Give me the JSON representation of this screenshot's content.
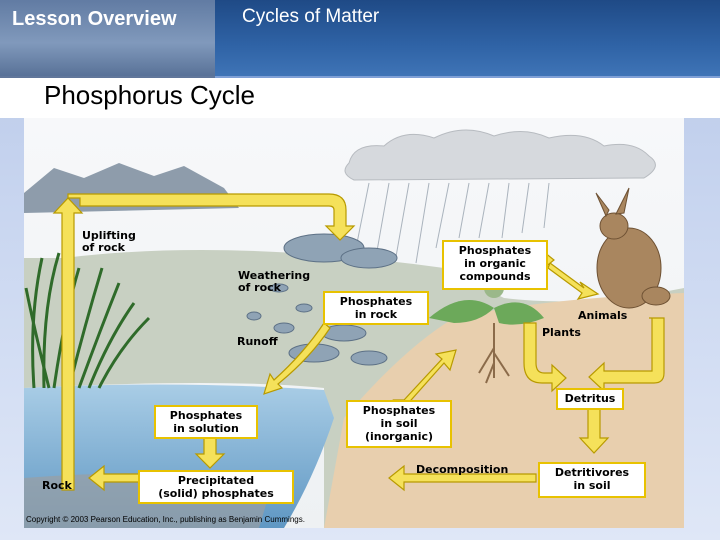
{
  "header": {
    "lesson_label": "Lesson Overview",
    "section_label": "Cycles of Matter",
    "page_title": "Phosphorus Cycle"
  },
  "diagram": {
    "labels": {
      "uplifting": "Uplifting\nof rock",
      "weathering": "Weathering\nof rock",
      "runoff": "Runoff",
      "rock": "Rock",
      "decomposition": "Decomposition",
      "plants": "Plants",
      "animals": "Animals"
    },
    "boxes": {
      "organic": "Phosphates\nin organic\ncompounds",
      "in_rock": "Phosphates\nin rock",
      "in_solution": "Phosphates\nin solution",
      "in_soil": "Phosphates\nin soil\n(inorganic)",
      "precipitated": "Precipitated\n(solid) phosphates",
      "detritus": "Detritus",
      "detritivores": "Detritivores\nin soil"
    },
    "copyright": "Copyright © 2003 Pearson Education, Inc., publishing as Benjamin Cummings."
  },
  "colors": {
    "arrow": "#f5e15a",
    "arrow_outline": "#b89a00",
    "water": "#7fb2d6",
    "soil": "#e8cfae",
    "sky": "#f2f4f6"
  }
}
